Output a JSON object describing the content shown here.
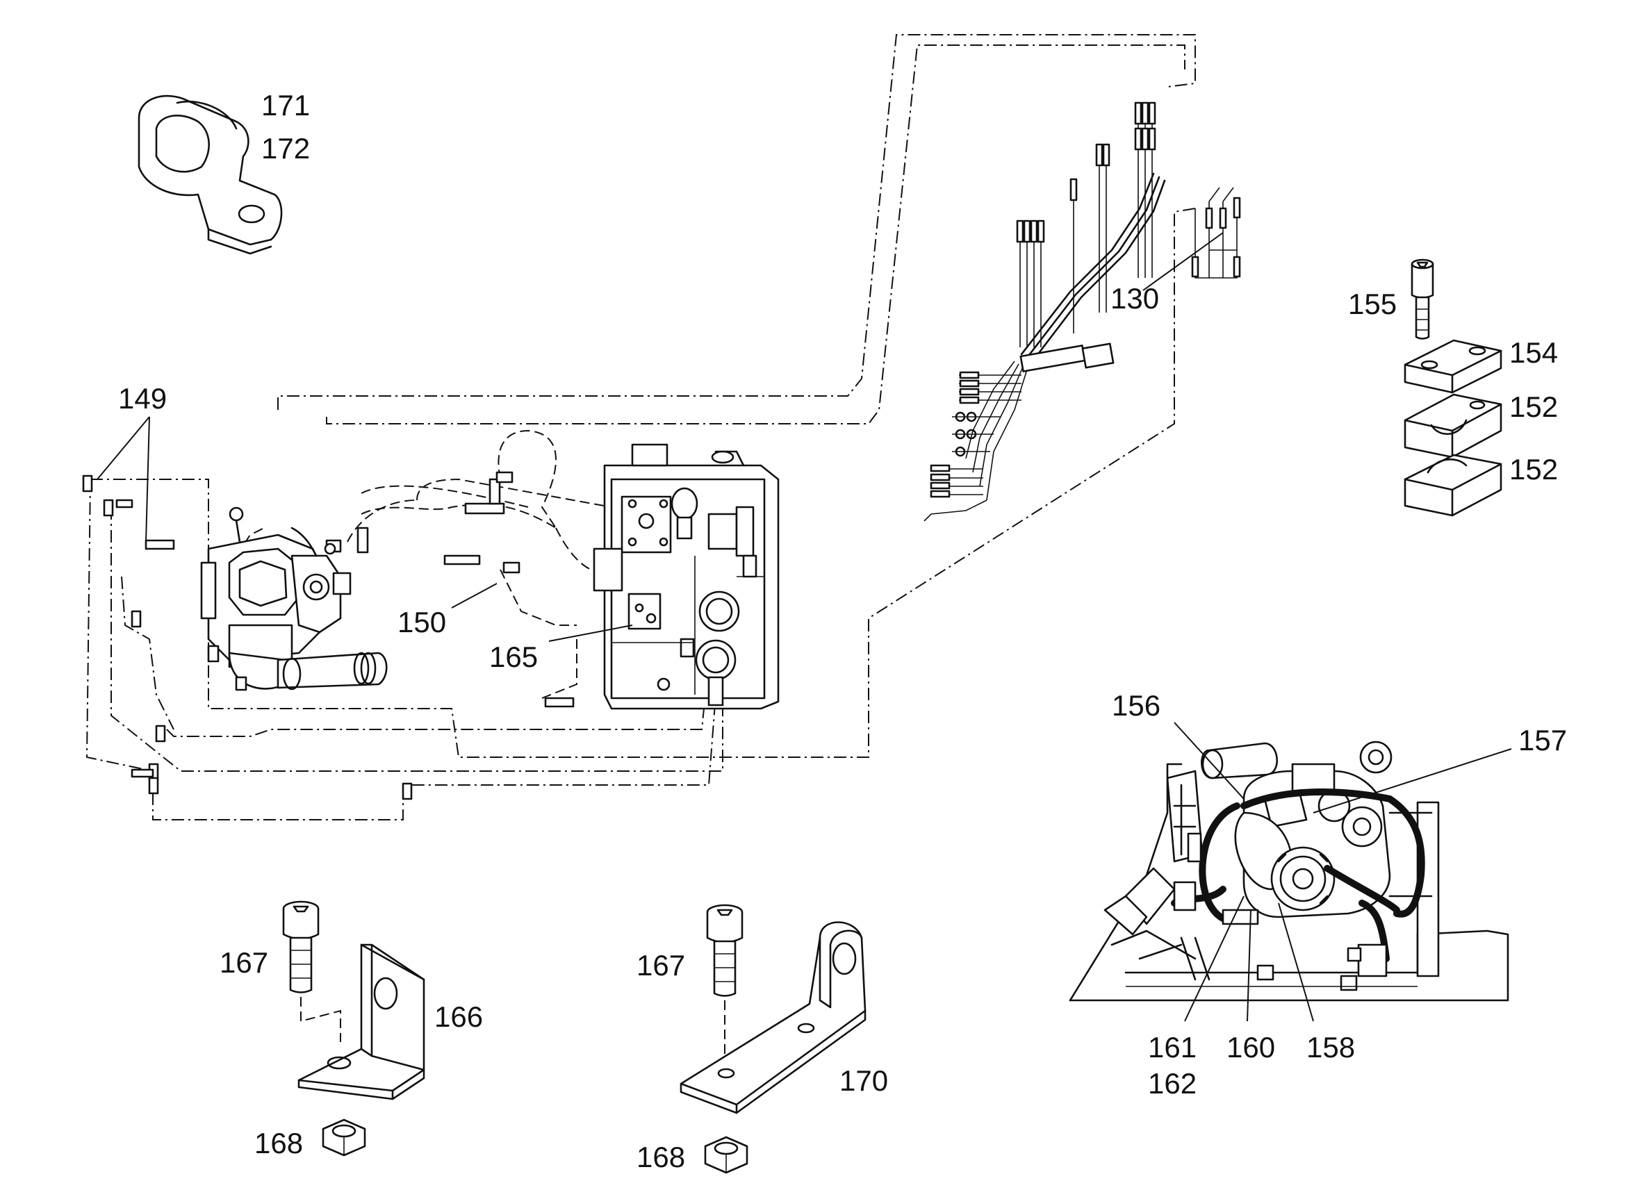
{
  "diagram": {
    "callouts": {
      "c171": "171",
      "c172": "172",
      "c130": "130",
      "c155": "155",
      "c154": "154",
      "c152a": "152",
      "c152b": "152",
      "c149": "149",
      "c150": "150",
      "c165": "165",
      "c156": "156",
      "c157": "157",
      "c167a": "167",
      "c166": "166",
      "c168a": "168",
      "c167b": "167",
      "c170": "170",
      "c168b": "168",
      "c161": "161",
      "c162": "162",
      "c160": "160",
      "c158": "158"
    }
  }
}
